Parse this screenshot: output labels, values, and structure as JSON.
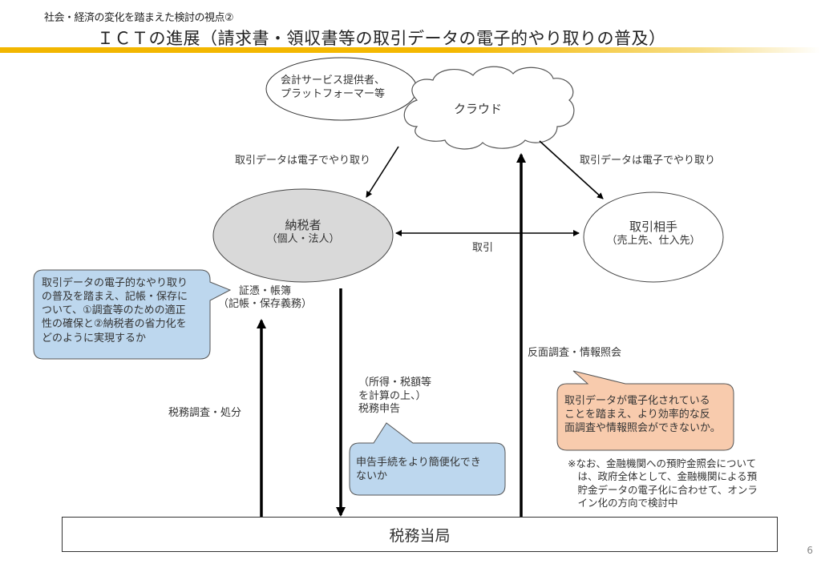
{
  "header": {
    "subtitle": "社会・経済の変化を踏まえた検討の視点②",
    "title": "ＩＣＴの進展（請求書・領収書等の取引データの電子的やり取りの普及）"
  },
  "nodes": {
    "providers": {
      "line1": "会計サービス提供者、",
      "line2": "プラットフォーマー等"
    },
    "cloud": {
      "label": "クラウド"
    },
    "taxpayer": {
      "label": "納税者",
      "sub": "（個人・法人）"
    },
    "counterparty": {
      "label": "取引相手",
      "sub": "（売上先、仕入先）"
    },
    "authority": {
      "label": "税務当局"
    }
  },
  "edges": {
    "cloud_to_taxpayer": "取引データは電子でやり取り",
    "cloud_to_counterparty": "取引データは電子でやり取り",
    "trade": "取引",
    "records_line1": "証憑・帳簿",
    "records_line2": "（記帳・保存義務）",
    "audit": "税務調査・処分",
    "filing_line1": "（所得・税額等",
    "filing_line2": "を計算の上、）",
    "filing_line3": "税務申告",
    "inquiry": "反面調査・情報照会"
  },
  "callouts": {
    "bookkeeping": [
      "取引データの電子的なやり取り",
      "の普及を踏まえ、記帳・保存に",
      "ついて、①調査等のための適正",
      "性の確保と②納税者の省力化を",
      "どのように実現するか"
    ],
    "filing": [
      "申告手続をより簡便化でき",
      "ないか"
    ],
    "inquiry": [
      "取引データが電子化されている",
      "ことを踏まえ、より効率的な反",
      "面調査や情報照会ができないか。"
    ]
  },
  "note": [
    "※なお、金融機関への預貯金照会につい",
    "て",
    "は、政府全体として、金融機関による預",
    "貯金データの電子化に合わせて、オンラ",
    "イン化の方向で検討中"
  ],
  "note_lines": [
    "※なお、金融機関への預貯金照会について",
    "　は、政府全体として、金融機関による預",
    "　貯金データの電子化に合わせて、オンラ",
    "　イン化の方向で検討中"
  ],
  "page_number": "6",
  "colors": {
    "accent_bar": "#F2B600",
    "taxpayer_fill": "#D9D9D9",
    "callout_blue": "#BDD7EE",
    "callout_orange": "#F8CBAD"
  }
}
